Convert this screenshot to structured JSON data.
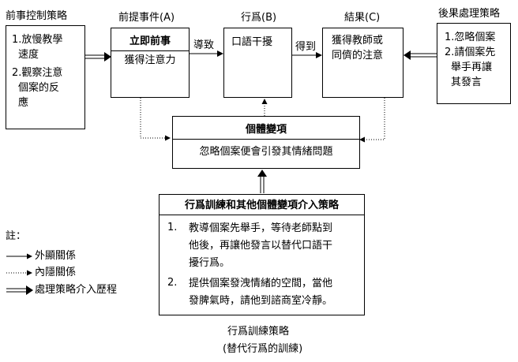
{
  "antecedent_control": {
    "title": "前事控制策略",
    "items": [
      "1.放慢教學速度",
      "2.觀察注意個案的反應"
    ],
    "item1_lines": [
      "1.放慢教學",
      "速度"
    ],
    "item2_lines": [
      "2.觀察注意",
      "個案的反",
      "應"
    ]
  },
  "antecedent_event": {
    "title": "前提事件(A)",
    "box_header": "立即前事",
    "box_body": "獲得注意力"
  },
  "behavior": {
    "title": "行爲(B)",
    "box_body": "口語干擾"
  },
  "consequence": {
    "title": "結果(C)",
    "box_body_lines": [
      "獲得教師或",
      "同儕的注意"
    ]
  },
  "consequence_strategy": {
    "title": "後果處理策略",
    "items": [
      "1.忽略個案",
      "2.請個案先舉手再讓其發言"
    ],
    "item2_lines": [
      "2.請個案先",
      "舉手再讓",
      "其發言"
    ]
  },
  "edges": {
    "a_to_b": "導致",
    "b_to_c": "得到"
  },
  "individual_variable": {
    "header": "個體變項",
    "body": "忽略個案便會引發其情緒問題"
  },
  "training_strategy": {
    "header": "行爲訓練和其他個體變項介入策略",
    "items": [
      {
        "num": "1.",
        "lines": [
          "教導個案先舉手，等待老師點到",
          "他後，再讓他發言以替代口語干",
          "擾行爲。"
        ]
      },
      {
        "num": "2.",
        "lines": [
          "提供個案發洩情緒的空間，當他",
          "發脾氣時，請他到諮商室冷靜。"
        ]
      }
    ],
    "caption_line1": "行爲訓練策略",
    "caption_line2": "(替代行爲的訓練)"
  },
  "legend": {
    "title": "註：",
    "items": [
      {
        "style": "solid",
        "label": "外顯關係"
      },
      {
        "style": "dotted",
        "label": "內隱關係"
      },
      {
        "style": "double",
        "label": "處理策略介入歷程"
      }
    ]
  }
}
